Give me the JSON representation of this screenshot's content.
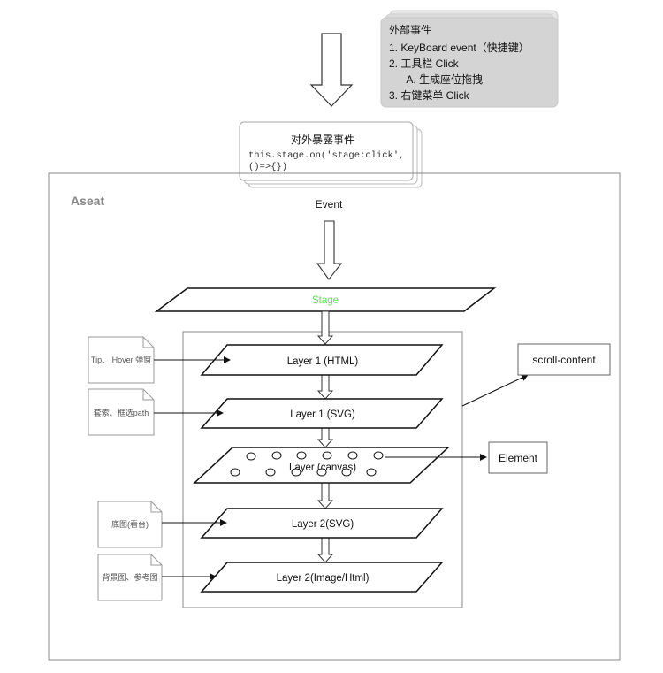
{
  "external_events": {
    "title": "外部事件",
    "items": [
      "1. KeyBoard event（快捷键）",
      "2. 工具栏 Click",
      "   A. 生成座位拖拽",
      "3. 右键菜单 Click"
    ]
  },
  "exposed_events": {
    "title": "对外暴露事件",
    "code_line1": "this.stage.on('stage:click',",
    "code_line2": "()=>{})"
  },
  "container": {
    "title": "Aseat"
  },
  "event_label": "Event",
  "stage_label": "Stage",
  "layers": [
    {
      "label": "Layer 1 (HTML)"
    },
    {
      "label": "Layer 1 (SVG)"
    },
    {
      "label": "Layer (canvas)"
    },
    {
      "label": "Layer 2(SVG)"
    },
    {
      "label": "Layer 2(Image/Html)"
    }
  ],
  "notes": [
    {
      "label": "Tip、 Hover 弹窗"
    },
    {
      "label": "套索、框选path"
    },
    {
      "label": "底图(看台)"
    },
    {
      "label": "背景图、参考图"
    }
  ],
  "scroll_content_label": "scroll-content",
  "element_label": "Element",
  "colors": {
    "stage_text": "#5ee25e",
    "note_bg": "#d4d4d4",
    "line": "#111111",
    "frame": "#888888"
  }
}
